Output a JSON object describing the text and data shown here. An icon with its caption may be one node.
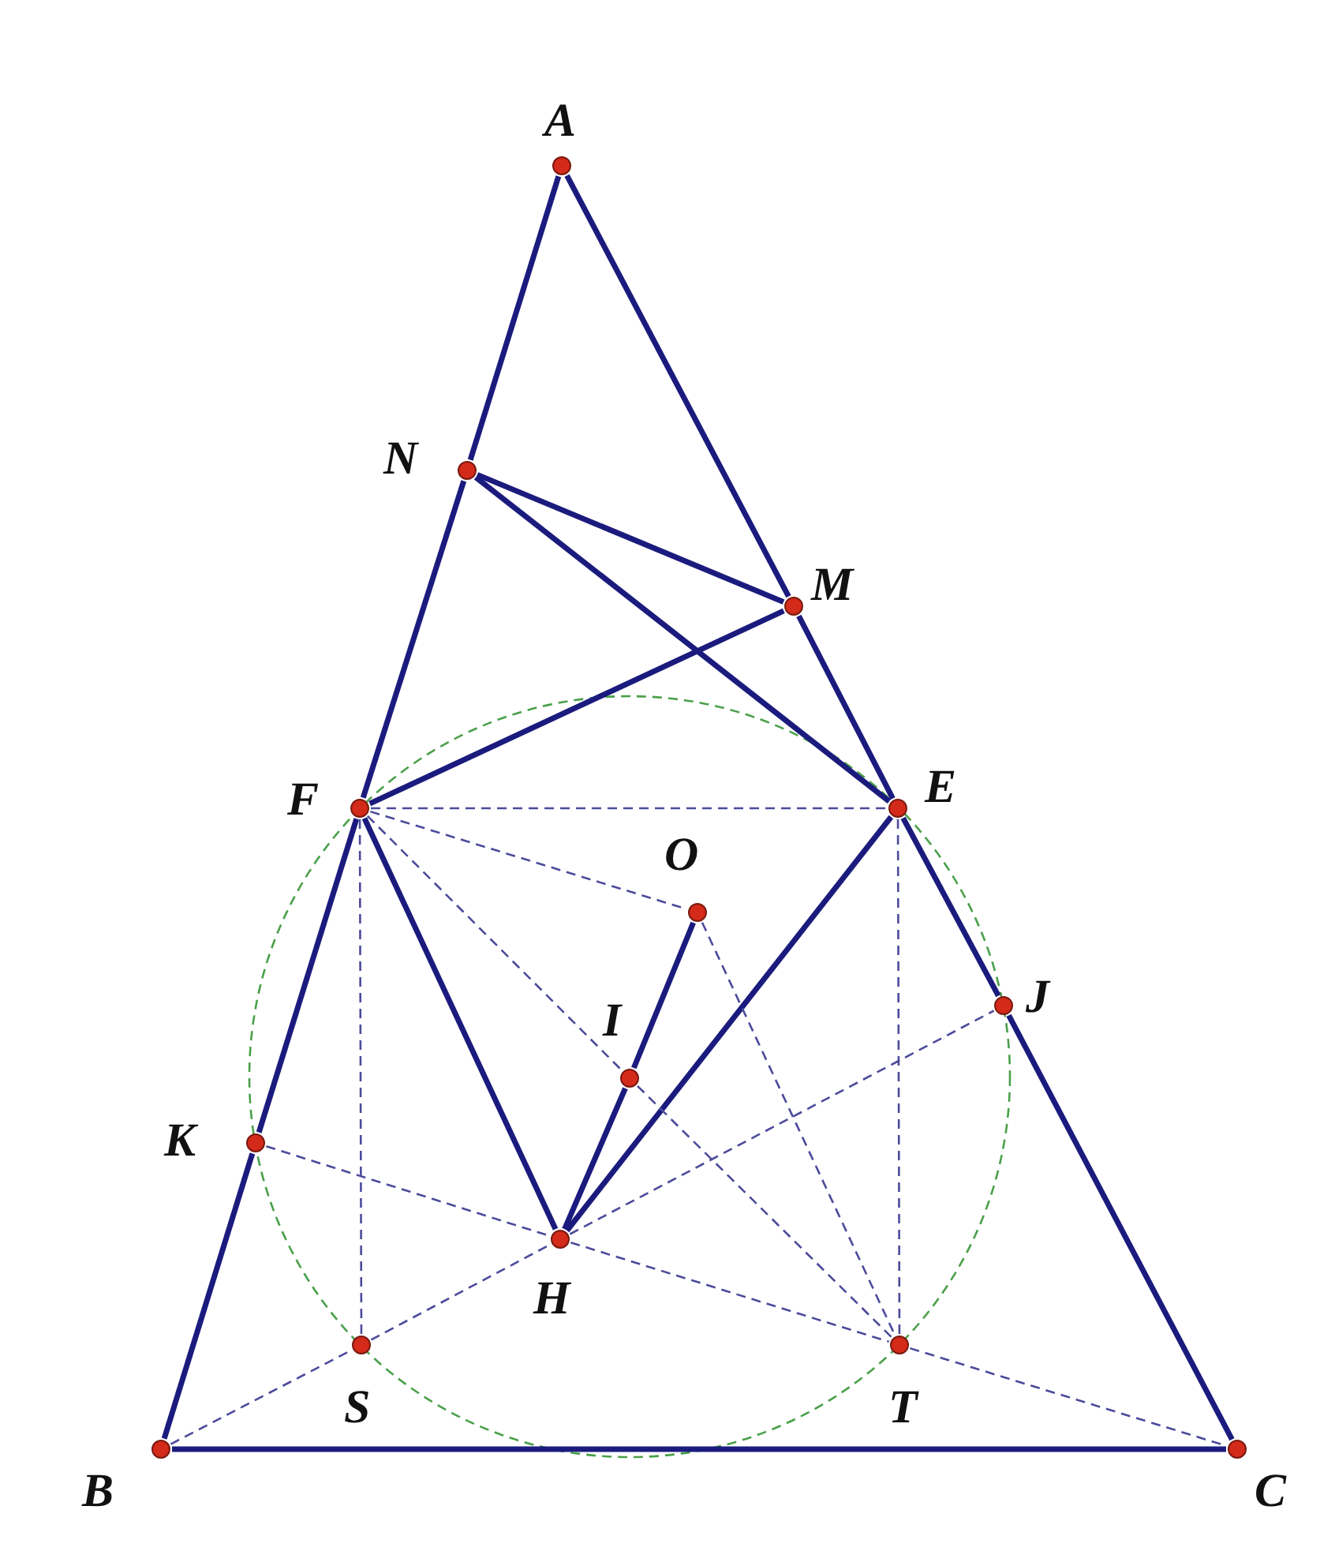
{
  "diagram": {
    "nodes": [
      {
        "text": [],
        "shape": "circle",
        "beside": [
          "A"
        ]
      },
      {
        "text": [],
        "shape": "circle",
        "beside": [
          "N"
        ]
      },
      {
        "text": [],
        "shape": "circle",
        "beside": [
          "M"
        ]
      },
      {
        "text": [],
        "shape": "circle",
        "beside": [
          "F"
        ]
      },
      {
        "text": [],
        "shape": "circle",
        "beside": [
          "E"
        ]
      },
      {
        "text": [],
        "shape": "circle",
        "beside": [
          "O"
        ]
      },
      {
        "text": [],
        "shape": "circle",
        "beside": [
          "J"
        ]
      },
      {
        "text": [],
        "shape": "circle",
        "beside": [
          "I"
        ]
      },
      {
        "text": [],
        "shape": "circle",
        "beside": [
          "K"
        ]
      },
      {
        "text": [],
        "shape": "circle",
        "beside": [
          "H"
        ]
      },
      {
        "text": [],
        "shape": "circle",
        "beside": [
          "S"
        ]
      },
      {
        "text": [],
        "shape": "circle",
        "beside": [
          "T"
        ]
      },
      {
        "text": [],
        "shape": "circle",
        "beside": [
          "B"
        ]
      },
      {
        "text": [],
        "shape": "circle",
        "beside": [
          "C"
        ]
      }
    ],
    "edges": [
      {
        "from": 0,
        "to": 1,
        "arrow": "none"
      },
      {
        "from": 1,
        "to": 3,
        "arrow": "none"
      },
      {
        "from": 3,
        "to": 8,
        "arrow": "none"
      },
      {
        "from": 8,
        "to": 12,
        "arrow": "none"
      },
      {
        "from": 0,
        "to": 2,
        "arrow": "none"
      },
      {
        "from": 2,
        "to": 4,
        "arrow": "none"
      },
      {
        "from": 4,
        "to": 6,
        "arrow": "none"
      },
      {
        "from": 6,
        "to": 13,
        "arrow": "none"
      },
      {
        "from": 12,
        "to": 13,
        "arrow": "none"
      },
      {
        "from": 1,
        "to": 2,
        "arrow": "none"
      },
      {
        "from": 1,
        "to": 4,
        "arrow": "none"
      },
      {
        "from": 3,
        "to": 2,
        "arrow": "none"
      },
      {
        "from": 3,
        "to": 9,
        "arrow": "none"
      },
      {
        "from": 9,
        "to": 4,
        "arrow": "none"
      },
      {
        "from": 9,
        "to": 7,
        "arrow": "none"
      },
      {
        "from": 7,
        "to": 5,
        "arrow": "none"
      },
      {
        "from": 3,
        "to": 4,
        "arrow": "none",
        "style": "dashed",
        "color": "#4b4b9b"
      },
      {
        "from": 3,
        "to": 10,
        "arrow": "none",
        "style": "dashed",
        "color": "#4b4b9b"
      },
      {
        "from": 4,
        "to": 11,
        "arrow": "none",
        "style": "dashed",
        "color": "#4b4b9b"
      },
      {
        "from": 3,
        "to": 5,
        "arrow": "none",
        "style": "dashed",
        "color": "#4b4b9b"
      },
      {
        "from": 3,
        "to": 7,
        "arrow": "none",
        "style": "dashed",
        "color": "#4b4b9b"
      },
      {
        "from": 7,
        "to": 11,
        "arrow": "none",
        "style": "dashed",
        "color": "#4b4b9b"
      },
      {
        "from": 5,
        "to": 11,
        "arrow": "none",
        "style": "dashed",
        "color": "#4b4b9b"
      },
      {
        "from": 8,
        "to": 9,
        "arrow": "none",
        "style": "dashed",
        "color": "#4b4b9b"
      },
      {
        "from": 9,
        "to": 11,
        "arrow": "none",
        "style": "dashed",
        "color": "#4b4b9b"
      },
      {
        "from": 11,
        "to": 13,
        "arrow": "none",
        "style": "dashed",
        "color": "#4b4b9b"
      },
      {
        "from": 12,
        "to": 10,
        "arrow": "none",
        "style": "dashed",
        "color": "#4b4b9b"
      },
      {
        "from": 10,
        "to": 9,
        "arrow": "none",
        "style": "dashed",
        "color": "#4b4b9b"
      },
      {
        "from": 9,
        "to": 6,
        "arrow": "none",
        "style": "dashed",
        "color": "#4b4b9b"
      }
    ]
  }
}
